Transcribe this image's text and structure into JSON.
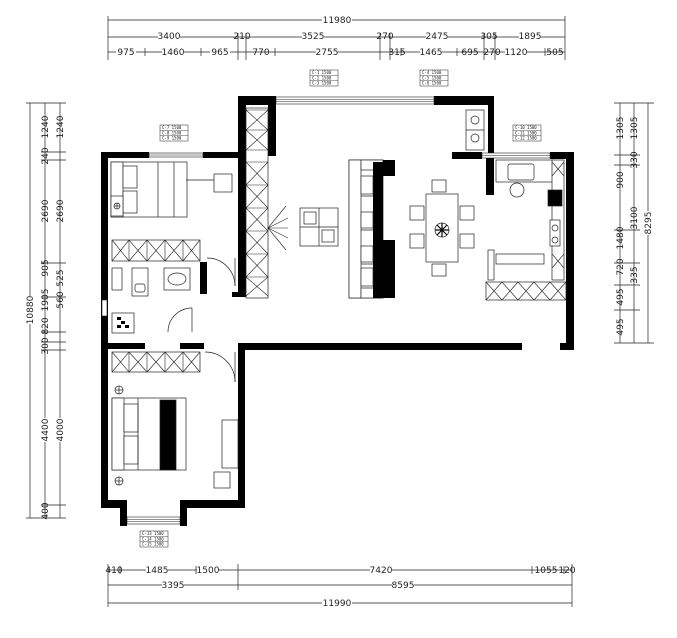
{
  "dimensions": {
    "top_total": "11980",
    "top_row1": [
      "3400",
      "210",
      "3525",
      "270",
      "2475",
      "305",
      "1895"
    ],
    "top_row2": [
      "975",
      "1460",
      "965",
      "770",
      "2755",
      "315",
      "1465",
      "695",
      "270",
      "1120",
      "505"
    ],
    "bottom_row1": [
      "410",
      "1485",
      "1500",
      "7420",
      "1055",
      "120"
    ],
    "bottom_row2": [
      "3395",
      "8595"
    ],
    "bottom_total": "11990",
    "left_total": "10880",
    "left_outer": [
      "1240",
      "240",
      "2690",
      "905",
      "1905",
      "820",
      "300",
      "4400",
      "400"
    ],
    "left_inner": [
      "1240",
      "2690",
      "525",
      "560",
      "4000"
    ],
    "right_total": "8295",
    "right_outer": [
      "1305",
      "900",
      "1480",
      "720",
      "495",
      "495"
    ],
    "right_inner": [
      "1305",
      "330",
      "3100",
      "335"
    ]
  },
  "window_tags": [
    {
      "lines": [
        "C-1 1500",
        "C-2 1500",
        "C-3 1500"
      ]
    },
    {
      "lines": [
        "C-4 1500",
        "C-5 1500",
        "C-6 1500"
      ]
    },
    {
      "lines": [
        "C-7 1500",
        "C-8 1500",
        "C-9 1500"
      ]
    },
    {
      "lines": [
        "C-10 1500",
        "C-11 1500",
        "C-12 1500"
      ]
    },
    {
      "lines": [
        "C-13 1500",
        "C-14 1500",
        "C-15 1500"
      ]
    }
  ],
  "colors": {
    "wall": "#000000",
    "line": "#222222",
    "paper": "#ffffff"
  }
}
